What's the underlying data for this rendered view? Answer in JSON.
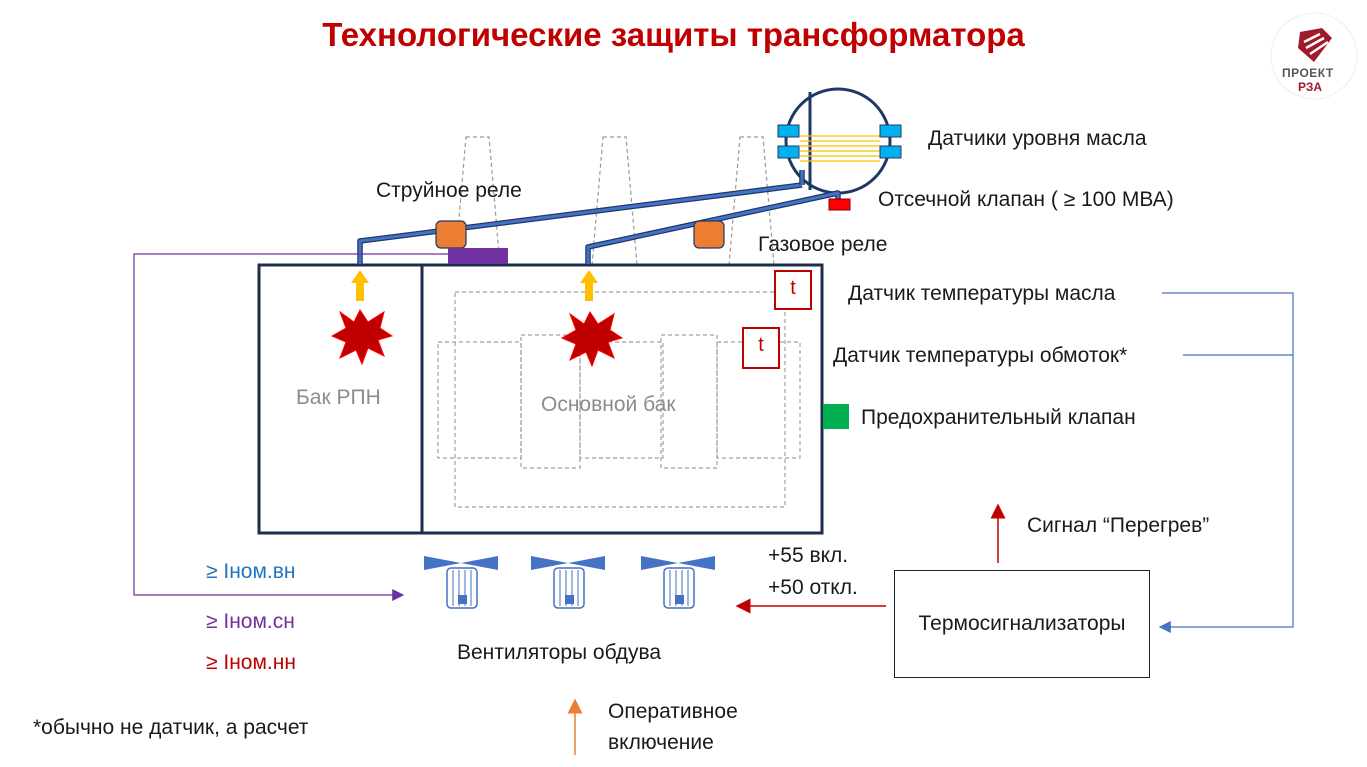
{
  "title": "Технологические защиты трансформатора",
  "logo": {
    "line1": "ПРОЕКТ",
    "line2": "РЗА"
  },
  "labels": {
    "oil_level_sensors": "Датчики уровня масла",
    "jet_relay": "Струйное реле",
    "cutoff_valve": "Отсечной клапан ( ≥ 100 МВА)",
    "gas_relay": "Газовое реле",
    "oil_temp_sensor": "Датчик температуры масла",
    "winding_temp_sensor": "Датчик температуры обмоток*",
    "safety_valve": "Предохранительный клапан",
    "overheat_signal": "Сигнал “Перегрев”",
    "thermo_alarms": "Термосигнализаторы",
    "fan_on": "+55 вкл.",
    "fan_off": "+50 откл.",
    "fans": "Вентиляторы обдува",
    "oltc_tank": "Бак РПН",
    "main_tank": "Основной бак",
    "operative_line1": "Оперативное",
    "operative_line2": "включение",
    "footnote": "*обычно не датчик, а расчет",
    "t_oil": "t",
    "t_winding": "t"
  },
  "currents": {
    "hv": "≥ Iном.вн",
    "mv": "≥ Iном.сн",
    "lv": "≥ Iном.нн"
  },
  "colors": {
    "title": "#c00000",
    "pipe": "#4472c4",
    "relay": "#ed7d31",
    "purple": "#7030a0",
    "safety_valve": "#00b050",
    "cutoff_valve": "#ff0000",
    "level_sensor": "#00b0f0",
    "explosion": "#c00000",
    "gas_arrow": "#ffc000",
    "current_hv": "#1f75c1",
    "current_mv": "#7030a0",
    "current_lv": "#c00000"
  }
}
